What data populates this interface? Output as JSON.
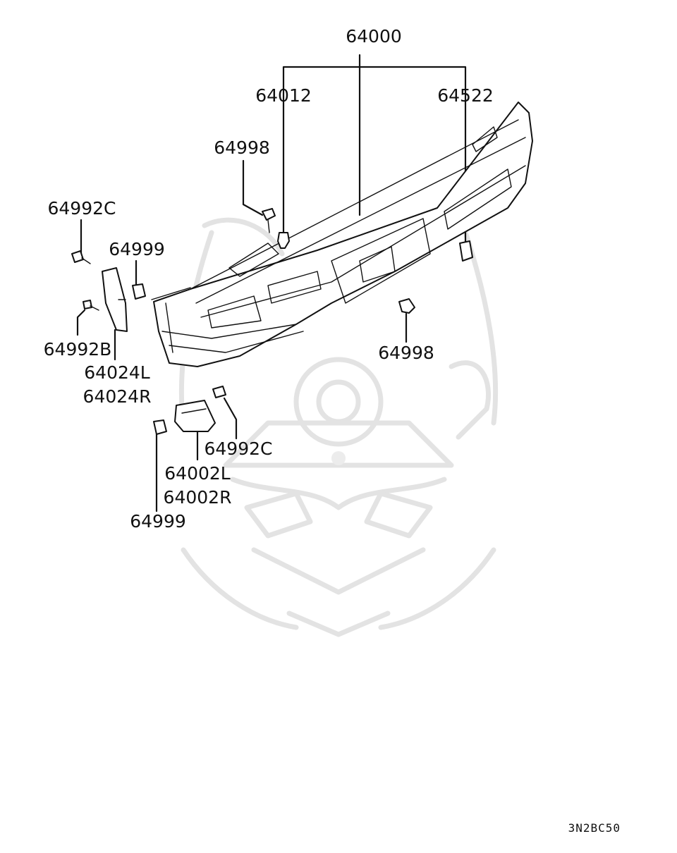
{
  "diagram": {
    "code": "3N2BC50",
    "callouts": {
      "assembly": "64000",
      "c64012": "64012",
      "c64522": "64522",
      "c64998_top": "64998",
      "c64998_right": "64998",
      "c64992c_top": "64992C",
      "c64992c_low": "64992C",
      "c64999_top": "64999",
      "c64999_low": "64999",
      "c64992b": "64992B",
      "c64024l": "64024L",
      "c64024r": "64024R",
      "c64002l": "64002L",
      "c64002r": "64002R"
    },
    "watermark": "samurai-helmet-logo"
  }
}
